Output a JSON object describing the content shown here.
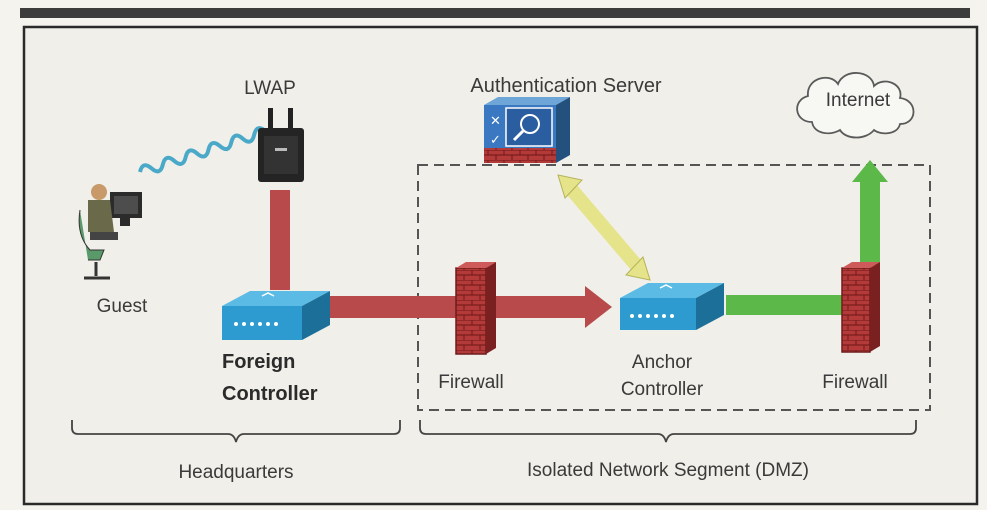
{
  "labels": {
    "lwap": "LWAP",
    "auth_server": "Authentication Server",
    "internet": "Internet",
    "guest": "Guest",
    "foreign_controller_line1": "Foreign",
    "foreign_controller_line2": "Controller",
    "firewall_1": "Firewall",
    "anchor_controller_line1": "Anchor",
    "anchor_controller_line2": "Controller",
    "firewall_2": "Firewall",
    "headquarters": "Headquarters",
    "dmz": "Isolated Network Segment (DMZ)"
  },
  "colors": {
    "red_link": "#b84a4c",
    "green_link": "#5cb849",
    "yellow_link": "#e6e48a",
    "switch_blue": "#2d9bd0",
    "firewall_red": "#b43a3a",
    "border": "#2a2a2a"
  },
  "icons": {
    "guest": "user-at-computer-icon",
    "lwap": "access-point-icon",
    "controller": "wlan-controller-icon",
    "firewall": "brick-firewall-icon",
    "auth_server": "auth-server-icon",
    "internet": "cloud-icon"
  }
}
